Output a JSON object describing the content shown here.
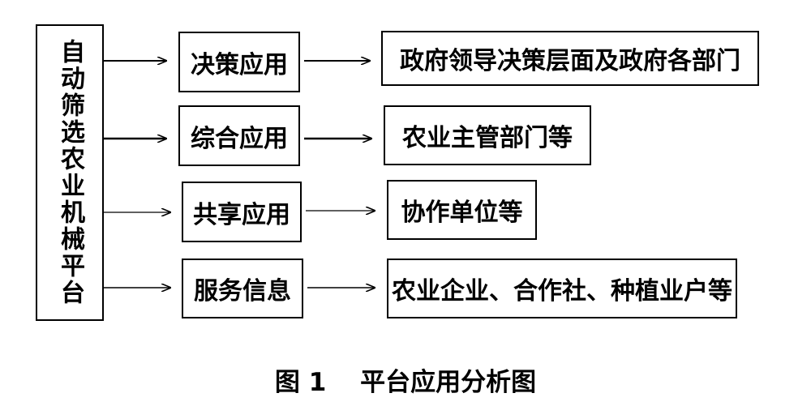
{
  "platform": {
    "label": "自动筛选农业机械平台"
  },
  "rows": [
    {
      "application": "决策应用",
      "target": "政府领导决策层面及政府各部门"
    },
    {
      "application": "综合应用",
      "target": "农业主管部门等"
    },
    {
      "application": "共享应用",
      "target": "协作单位等"
    },
    {
      "application": "服务信息",
      "target": "农业企业、合作社、种植业户等"
    }
  ],
  "caption": "图 1　 平台应用分析图"
}
